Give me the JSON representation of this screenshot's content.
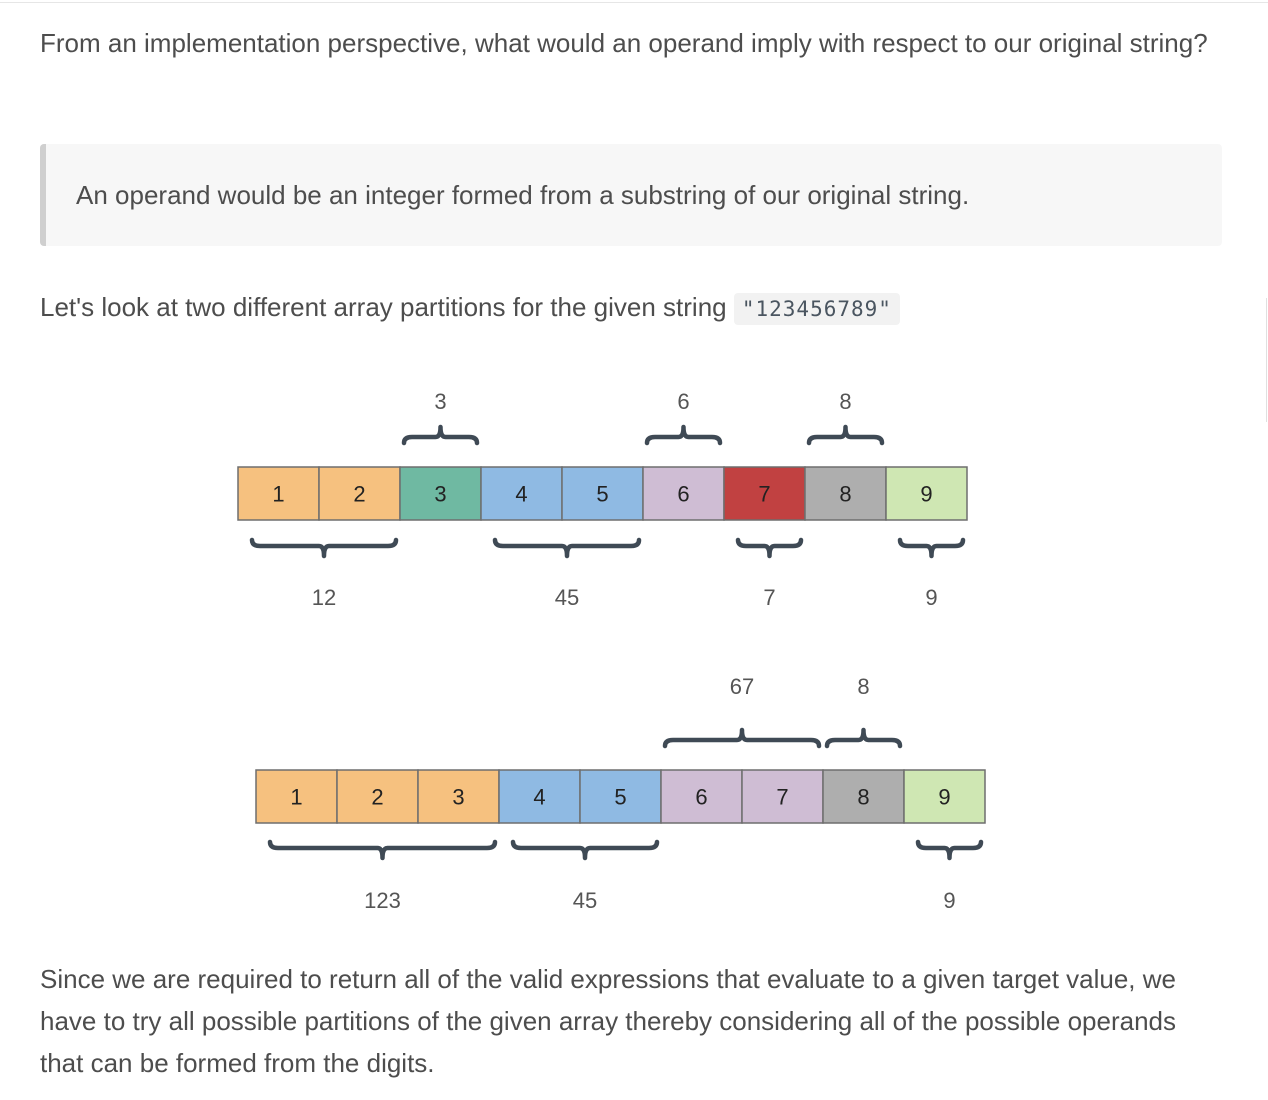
{
  "paragraphs": {
    "question": "From an implementation perspective, what would an operand imply with respect to our original string?",
    "quote": "An operand would be an integer formed from a substring of our original string.",
    "partitions_intro": "Let's look at two different array partitions for the given string",
    "code_string": "\"123456789\"",
    "conclusion": "Since we are required to return all of the valid expressions that evaluate to a given target value, we have to try all possible partitions of the given array thereby considering all of the possible operands that can be formed from the digits."
  },
  "colors": {
    "orange": "#f6c17f",
    "teal": "#6fb9a2",
    "blue": "#8fbae3",
    "lavender": "#cfbdd4",
    "red": "#c14141",
    "gray": "#aeaeae",
    "green": "#cfe7b3",
    "bracket": "#3f4a55"
  },
  "diagram": {
    "partition_1": {
      "cells": [
        {
          "digit": "1",
          "color": "orange"
        },
        {
          "digit": "2",
          "color": "orange"
        },
        {
          "digit": "3",
          "color": "teal"
        },
        {
          "digit": "4",
          "color": "blue"
        },
        {
          "digit": "5",
          "color": "blue"
        },
        {
          "digit": "6",
          "color": "lavender"
        },
        {
          "digit": "7",
          "color": "red"
        },
        {
          "digit": "8",
          "color": "gray"
        },
        {
          "digit": "9",
          "color": "green"
        }
      ],
      "top_groups": [
        {
          "label": "3",
          "start": 2,
          "end": 2
        },
        {
          "label": "6",
          "start": 5,
          "end": 5
        },
        {
          "label": "8",
          "start": 7,
          "end": 7
        }
      ],
      "bottom_groups": [
        {
          "label": "12",
          "start": 0,
          "end": 1
        },
        {
          "label": "45",
          "start": 3,
          "end": 4
        },
        {
          "label": "7",
          "start": 6,
          "end": 6
        },
        {
          "label": "9",
          "start": 8,
          "end": 8
        }
      ]
    },
    "partition_2": {
      "cells": [
        {
          "digit": "1",
          "color": "orange"
        },
        {
          "digit": "2",
          "color": "orange"
        },
        {
          "digit": "3",
          "color": "orange"
        },
        {
          "digit": "4",
          "color": "blue"
        },
        {
          "digit": "5",
          "color": "blue"
        },
        {
          "digit": "6",
          "color": "lavender"
        },
        {
          "digit": "7",
          "color": "lavender"
        },
        {
          "digit": "8",
          "color": "gray"
        },
        {
          "digit": "9",
          "color": "green"
        }
      ],
      "top_groups": [
        {
          "label": "67",
          "start": 5,
          "end": 6
        },
        {
          "label": "8",
          "start": 7,
          "end": 7
        }
      ],
      "bottom_groups": [
        {
          "label": "123",
          "start": 0,
          "end": 2
        },
        {
          "label": "45",
          "start": 3,
          "end": 4
        },
        {
          "label": "9",
          "start": 8,
          "end": 8
        }
      ]
    }
  }
}
